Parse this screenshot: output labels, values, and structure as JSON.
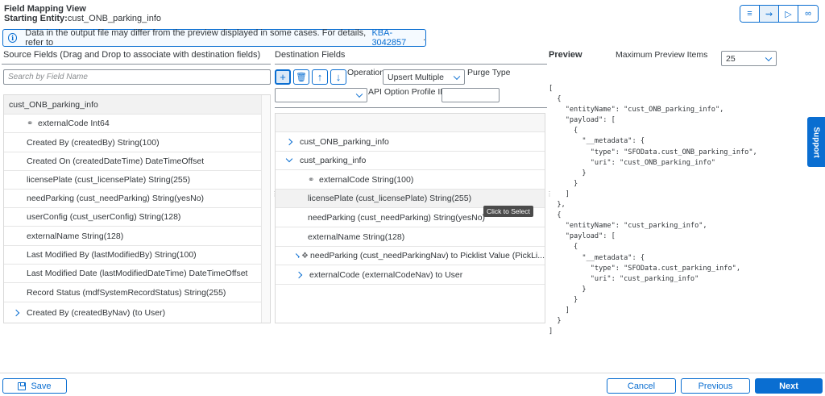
{
  "header": {
    "title": "Field Mapping View",
    "starting_label": "Starting Entity:",
    "starting_entity": "cust_ONB_parking_info"
  },
  "view_switch": {
    "icons": [
      "list-icon",
      "mapping-icon",
      "play-icon",
      "binoculars-icon"
    ]
  },
  "info": {
    "text": "Data in the output file may differ from the preview displayed in some cases. For details, refer to",
    "link": "KBA-3042857",
    "suffix": "."
  },
  "source": {
    "title": "Source Fields (Drag and Drop to associate with destination fields)",
    "search_placeholder": "Search by Field Name",
    "entity": "cust_ONB_parking_info",
    "rows": [
      "externalCode Int64",
      "Created By (createdBy) String(100)",
      "Created On (createdDateTime) DateTimeOffset",
      "licensePlate (cust_licensePlate) String(255)",
      "needParking (cust_needParking) String(yesNo)",
      "userConfig (cust_userConfig) String(128)",
      "externalName String(128)",
      "Last Modified By (lastModifiedBy) String(100)",
      "Last Modified Date (lastModifiedDateTime) DateTimeOffset",
      "Record Status (mdfSystemRecordStatus) String(255)",
      "Created By (createdByNav) (to User)"
    ]
  },
  "destination": {
    "title": "Destination Fields",
    "operation_label": "Operation",
    "operation_value": "Upsert Multiple",
    "purge_label": "Purge Type",
    "api_option_label": "API Option Profile ID",
    "rows": [
      "cust_ONB_parking_info",
      "cust_parking_info",
      "externalCode String(100)",
      "licensePlate (cust_licensePlate) String(255)",
      "needParking (cust_needParking) String(yesNo)",
      "externalName String(128)",
      "needParking (cust_needParkingNav) to Picklist Value (PickLi...",
      "externalCode (externalCodeNav) to User"
    ],
    "tooltip": "Click to Select"
  },
  "preview": {
    "title": "Preview",
    "max_label": "Maximum Preview Items",
    "max_value": "25",
    "json_lines": [
      "[",
      "  {",
      "    \"entityName\": \"cust_ONB_parking_info\",",
      "    \"payload\": [",
      "      {",
      "        \"__metadata\": {",
      "          \"type\": \"SFOData.cust_ONB_parking_info\",",
      "          \"uri\": \"cust_ONB_parking_info\"",
      "        }",
      "      }",
      "    ]",
      "  },",
      "  {",
      "    \"entityName\": \"cust_parking_info\",",
      "    \"payload\": [",
      "      {",
      "        \"__metadata\": {",
      "          \"type\": \"SFOData.cust_parking_info\",",
      "          \"uri\": \"cust_parking_info\"",
      "        }",
      "      }",
      "    ]",
      "  }",
      "]"
    ]
  },
  "support_label": "Support",
  "footer": {
    "save": "Save",
    "cancel": "Cancel",
    "previous": "Previous",
    "next": "Next"
  }
}
